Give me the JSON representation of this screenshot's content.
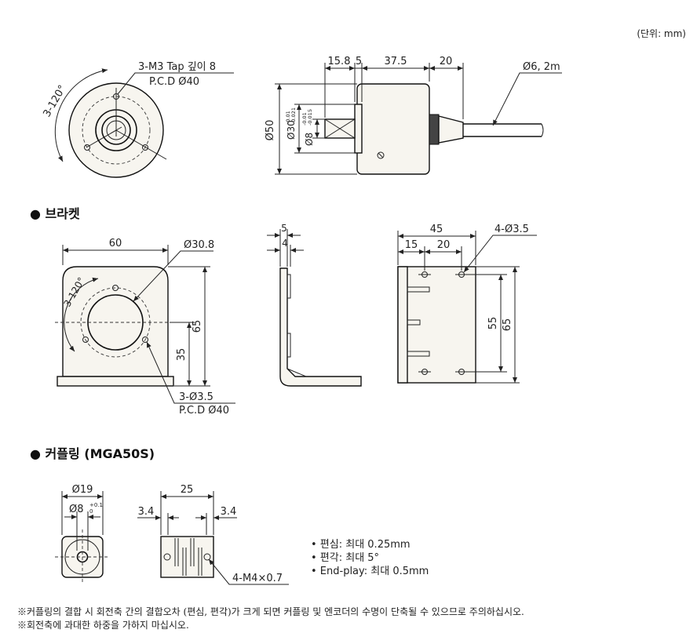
{
  "unit_note": "(단위: mm)",
  "encoder": {
    "tap_label": "3-M3 Tap 깊이 8",
    "pcd_label": "P.C.D Ø40",
    "angle_label": "3-120°",
    "dim_15_8": "15.8",
    "dim_5": "5",
    "dim_37_5": "37.5",
    "dim_20": "20",
    "cable_label": "Ø6, 2m",
    "dim_d50": "Ø50",
    "dim_d30": "Ø30",
    "tol_d30_up": "-0.01",
    "tol_d30_low": "-0.021",
    "dim_d8": "Ø8",
    "tol_d8_up": "-0.01",
    "tol_d8_low": "-0.015"
  },
  "bracket": {
    "title": "● 브라켓",
    "dim_60": "60",
    "dim_d30_8": "Ø30.8",
    "angle_label": "3-120°",
    "dim_35": "35",
    "dim_65": "65",
    "hole_label": "3-Ø3.5",
    "pcd_label": "P.C.D Ø40",
    "dim_5": "5",
    "dim_4": "4",
    "dim_45": "45",
    "dim_15": "15",
    "dim_20": "20",
    "hole4_label": "4-Ø3.5",
    "dim_55": "55",
    "dim_65b": "65"
  },
  "coupling": {
    "title": "● 커플링 (MGA50S)",
    "dim_d19": "Ø19",
    "dim_d8": "Ø8",
    "tol_up": "+0.1",
    "tol_low": "0",
    "dim_25": "25",
    "dim_3_4a": "3.4",
    "dim_3_4b": "3.4",
    "tap_label": "4-M4×0.7",
    "specs": [
      "• 편심: 최대 0.25mm",
      "• 편각: 최대 5°",
      "• End-play: 최대 0.5mm"
    ]
  },
  "notes": [
    "※커플링의 결합 시 회전축 간의 결합오차 (편심, 편각)가 크게 되면 커플링 및 엔코더의 수명이 단축될 수 있으므로 주의하십시오.",
    "※회전축에 과대한 하중을 가하지 마십시오."
  ]
}
